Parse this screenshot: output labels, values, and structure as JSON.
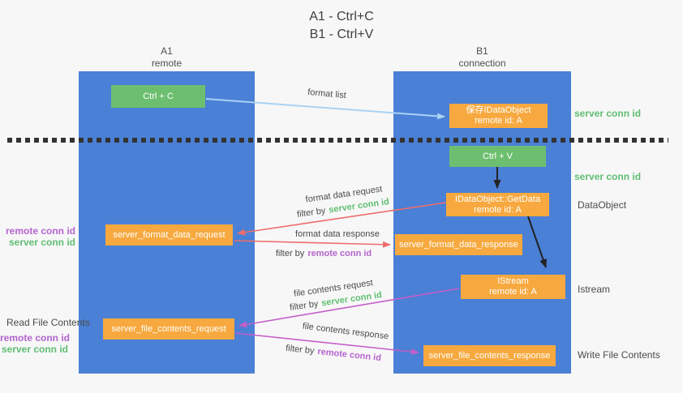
{
  "title": {
    "line1": "A1 - Ctrl+C",
    "line2": "B1 - Ctrl+V"
  },
  "lanes": {
    "a1": {
      "header_line1": "A1",
      "header_line2": "remote"
    },
    "b1": {
      "header_line1": "B1",
      "header_line2": "connection"
    }
  },
  "nodes": {
    "ctrl_c": {
      "label": "Ctrl + C"
    },
    "save_dataobject": {
      "line1": "保存IDataObject",
      "line2": "remote id: A"
    },
    "ctrl_v": {
      "label": "Ctrl + V"
    },
    "getdata": {
      "line1": "IDataObject::GetData",
      "line2": "remote id: A"
    },
    "server_format_data_request": {
      "label": "server_format_data_request"
    },
    "server_format_data_response": {
      "label": "server_format_data_response"
    },
    "istream": {
      "line1": "IStream",
      "line2": "remote id: A"
    },
    "server_file_contents_request": {
      "label": "server_file_contents_request"
    },
    "server_file_contents_response": {
      "label": "server_file_contents_response"
    }
  },
  "arrow_labels": {
    "format_list": "format list",
    "format_data_request": "format data request",
    "format_data_response": "format data response",
    "file_contents_request": "file contents request",
    "file_contents_response": "file contents response",
    "filter_by": "filter by",
    "server_conn_id": "server conn id",
    "remote_conn_id": "remote conn id"
  },
  "side_labels": {
    "left_top": {
      "remote_conn_id": "remote conn id",
      "server_conn_id": "server conn id"
    },
    "read_file_contents": "Read File Contents",
    "left_bottom": {
      "remote_conn_id": "remote conn id",
      "server_conn_id": "server conn id"
    },
    "right": {
      "server_conn_id_top": "server conn id",
      "server_conn_id_mid": "server conn id",
      "dataobject": "DataObject",
      "istream": "Istream",
      "write_file_contents": "Write File Contents"
    }
  },
  "colors": {
    "background": "#f7f7f7",
    "column_blue": "#4a80d6",
    "box_green": "#6dbf70",
    "box_orange": "#f7a93f",
    "text_gray": "#4b4b4b",
    "text_green": "#5fbe72",
    "text_purple": "#b564ce",
    "arrow_blue": "#a9d2f3",
    "arrow_red": "#ed6d6d",
    "arrow_magenta": "#c45ec9",
    "arrow_black": "#222222",
    "dotted_line": "#333333"
  }
}
